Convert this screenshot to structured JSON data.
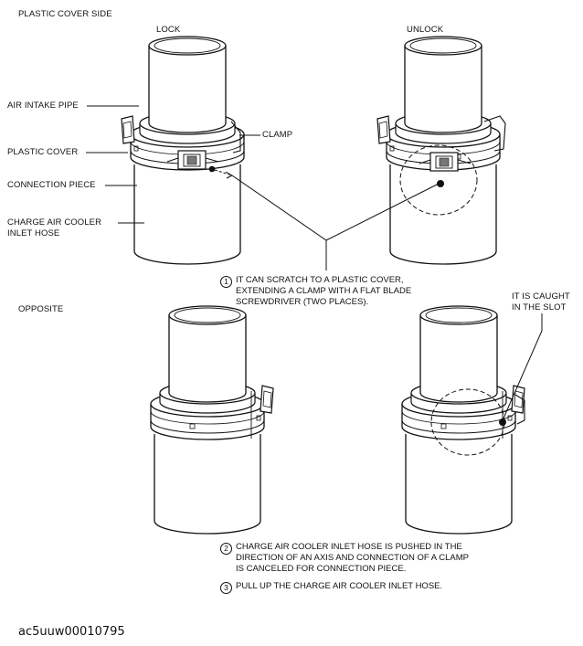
{
  "header": {
    "section_title": "PLASTIC COVER SIDE",
    "lock_label": "LOCK",
    "unlock_label": "UNLOCK"
  },
  "callouts": {
    "air_intake_pipe": "AIR INTAKE PIPE",
    "plastic_cover": "PLASTIC COVER",
    "clamp": "CLAMP",
    "connection_piece": "CONNECTION PIECE",
    "hose_line1": "CHARGE AIR COOLER",
    "hose_line2": "INLET HOSE",
    "caught_line1": "IT IS CAUGHT",
    "caught_line2": "IN THE SLOT"
  },
  "opposite_label": "OPPOSITE",
  "steps": [
    {
      "num": "1",
      "lines": [
        "IT CAN SCRATCH TO A PLASTIC COVER,",
        "EXTENDING A CLAMP WITH A FLAT BLADE",
        "SCREWDRIVER (TWO PLACES)."
      ]
    },
    {
      "num": "2",
      "lines": [
        "CHARGE AIR COOLER INLET HOSE IS PUSHED IN THE",
        "DIRECTION OF AN AXIS AND CONNECTION OF A CLAMP",
        "IS CANCELED FOR CONNECTION PIECE."
      ]
    },
    {
      "num": "3",
      "lines": [
        "PULL UP THE CHARGE AIR COOLER INLET HOSE."
      ]
    }
  ],
  "figure_id": "ac5uuw00010795"
}
